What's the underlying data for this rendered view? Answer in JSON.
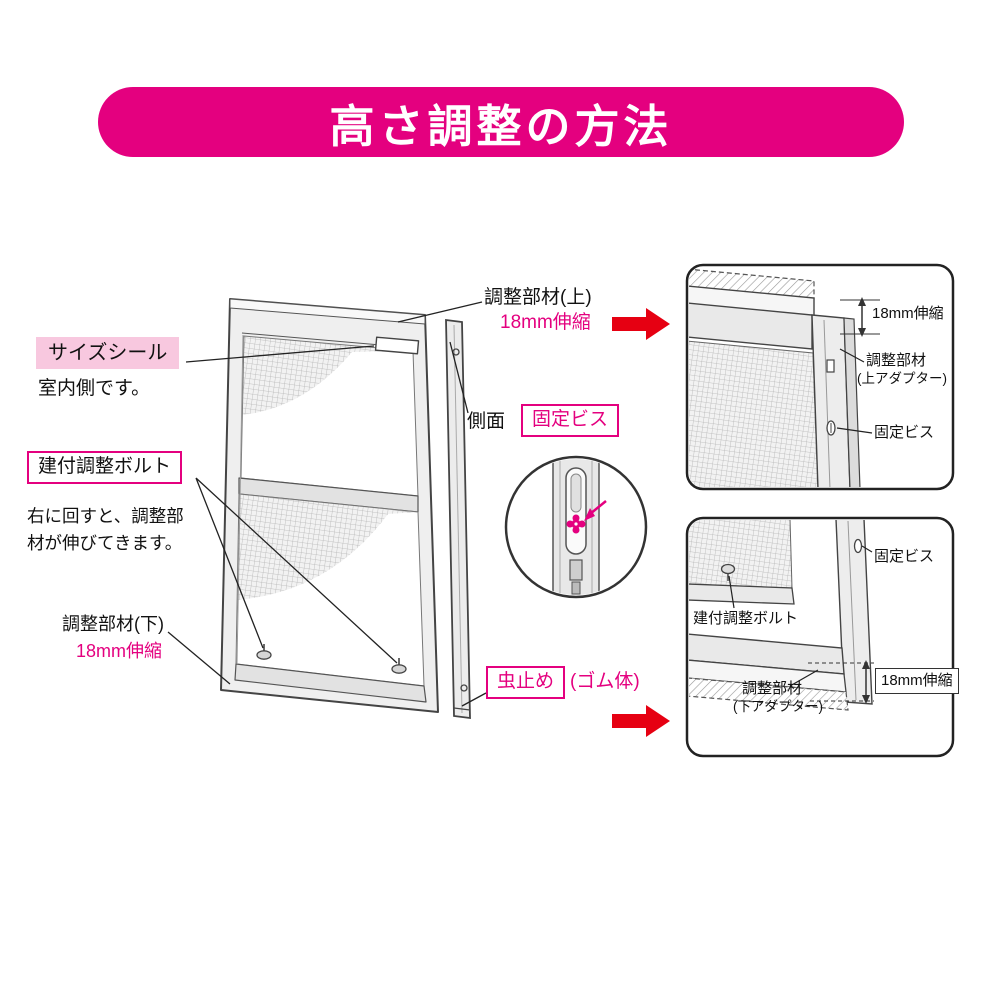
{
  "banner": {
    "title": "高さ調整の方法"
  },
  "main": {
    "adjuster_top": {
      "name": "調整部材(上)",
      "range": "18mm伸縮"
    },
    "size_seal": {
      "label": "サイズシール",
      "note": "室内側です。"
    },
    "fit_bolt": {
      "label": "建付調整ボルト",
      "desc_line1": "右に回すと、調整部",
      "desc_line2": "材が伸びてきます。"
    },
    "adjuster_bottom": {
      "name": "調整部材(下)",
      "range": "18mm伸縮"
    },
    "side_face": {
      "label": "側面"
    },
    "fixing_screw": {
      "label": "固定ビス"
    },
    "bug_stopper": {
      "label": "虫止め",
      "material": "(ゴム体)"
    }
  },
  "detail_top": {
    "range": "18mm伸縮",
    "adjuster_line1": "調整部材",
    "adjuster_line2": "(上アダプター)",
    "fixing_screw": "固定ビス"
  },
  "detail_bottom": {
    "fixing_screw": "固定ビス",
    "fit_bolt": "建付調整ボルト",
    "adjuster_line1": "調整部材",
    "adjuster_line2": "(下アダプター)",
    "range": "18mm伸縮"
  },
  "colors": {
    "magenta": "#E4007F",
    "arrow_red": "#E60012",
    "pink_highlight": "#F8C8DF"
  }
}
